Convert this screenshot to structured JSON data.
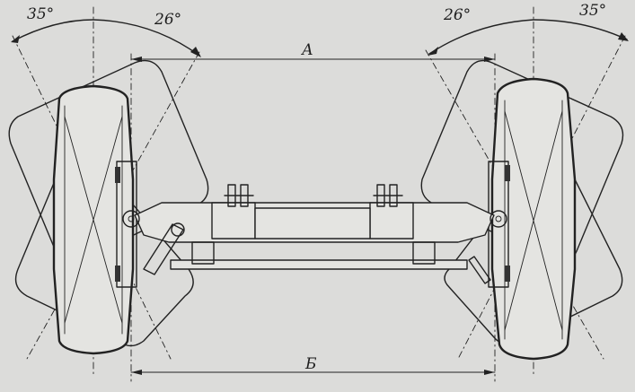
{
  "labels": {
    "angle_outer_left": "35°",
    "angle_inner_left": "26°",
    "angle_inner_right": "26°",
    "angle_outer_right": "35°",
    "dimension_top": "А",
    "dimension_bottom": "Б"
  }
}
